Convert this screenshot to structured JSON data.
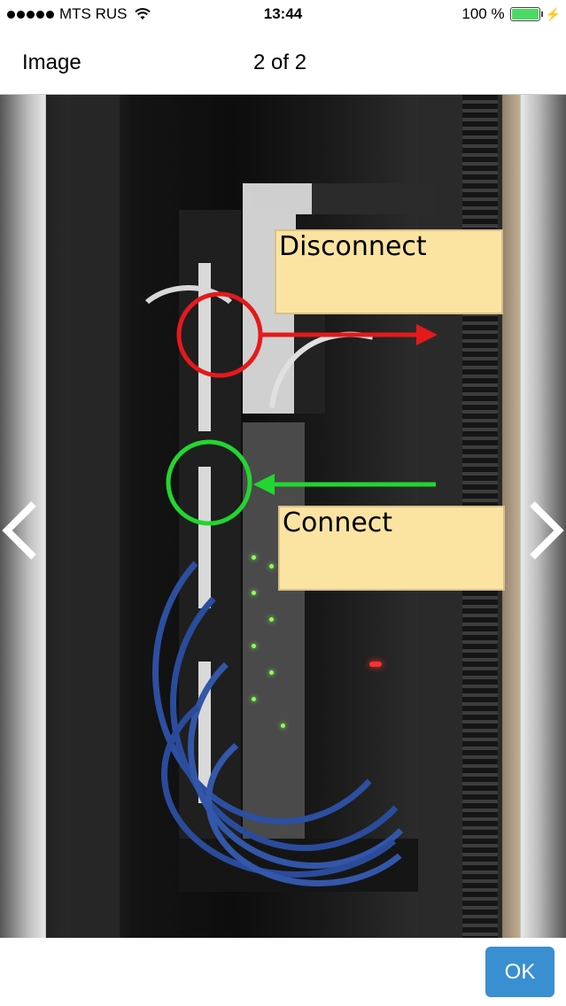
{
  "status_bar": {
    "carrier": "MTS RUS",
    "time": "13:44",
    "battery": "100 %"
  },
  "nav": {
    "title": "Image",
    "counter": "2 of 2"
  },
  "image": {
    "annotations": {
      "disconnect_label": "Disconnect",
      "connect_label": "Connect",
      "disconnect_color": "#e5191c",
      "connect_color": "#22d630"
    }
  },
  "buttons": {
    "prev": "‹",
    "next": "›",
    "ok": "OK"
  },
  "colors": {
    "accent": "#3a8fd1",
    "battery": "#4cd964",
    "label_fill": "#fbe4a2"
  }
}
